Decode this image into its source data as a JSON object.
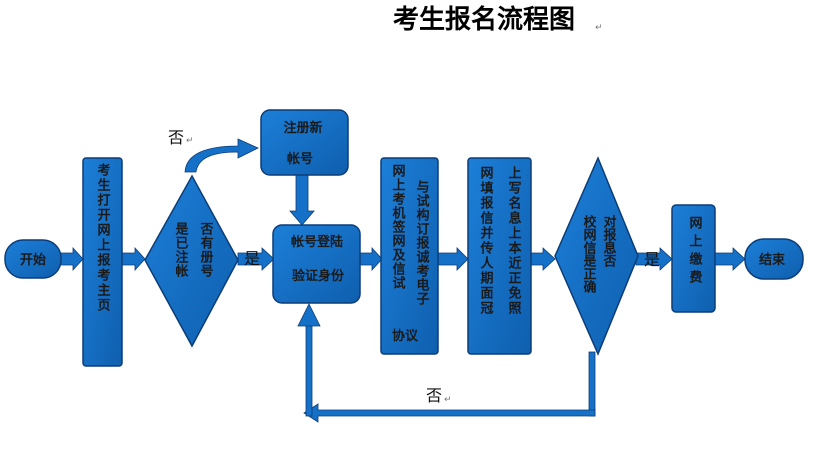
{
  "title": "考生报名流程图",
  "colors": {
    "fill": "#1570C7",
    "stroke": "#0c3d78",
    "arrow": "#1570C7",
    "text": "#1a1a1a"
  },
  "nodes": {
    "start": "开始",
    "open_page": "考生打开网上报考主页",
    "registered_left": "是已注帐",
    "registered_right": "否有册号",
    "new_account_1": "注册新",
    "new_account_2": "帐号",
    "login_1": "帐号登陆",
    "login_2": "验证身份",
    "agreement_1": "网上考机签网及信试",
    "agreement_2": "与试构订报诚考电子",
    "agreement_3": "协议",
    "fill_info_1": "网填报信并传人期面冠",
    "fill_info_2": "上写名息上本近正免照",
    "check_left": "校网信是正确",
    "check_right": "对报息否",
    "pay": "网上缴费",
    "end": "结束"
  },
  "labels": {
    "no_top": "否",
    "yes_1": "是",
    "yes_2": "是",
    "no_bottom": "否"
  }
}
